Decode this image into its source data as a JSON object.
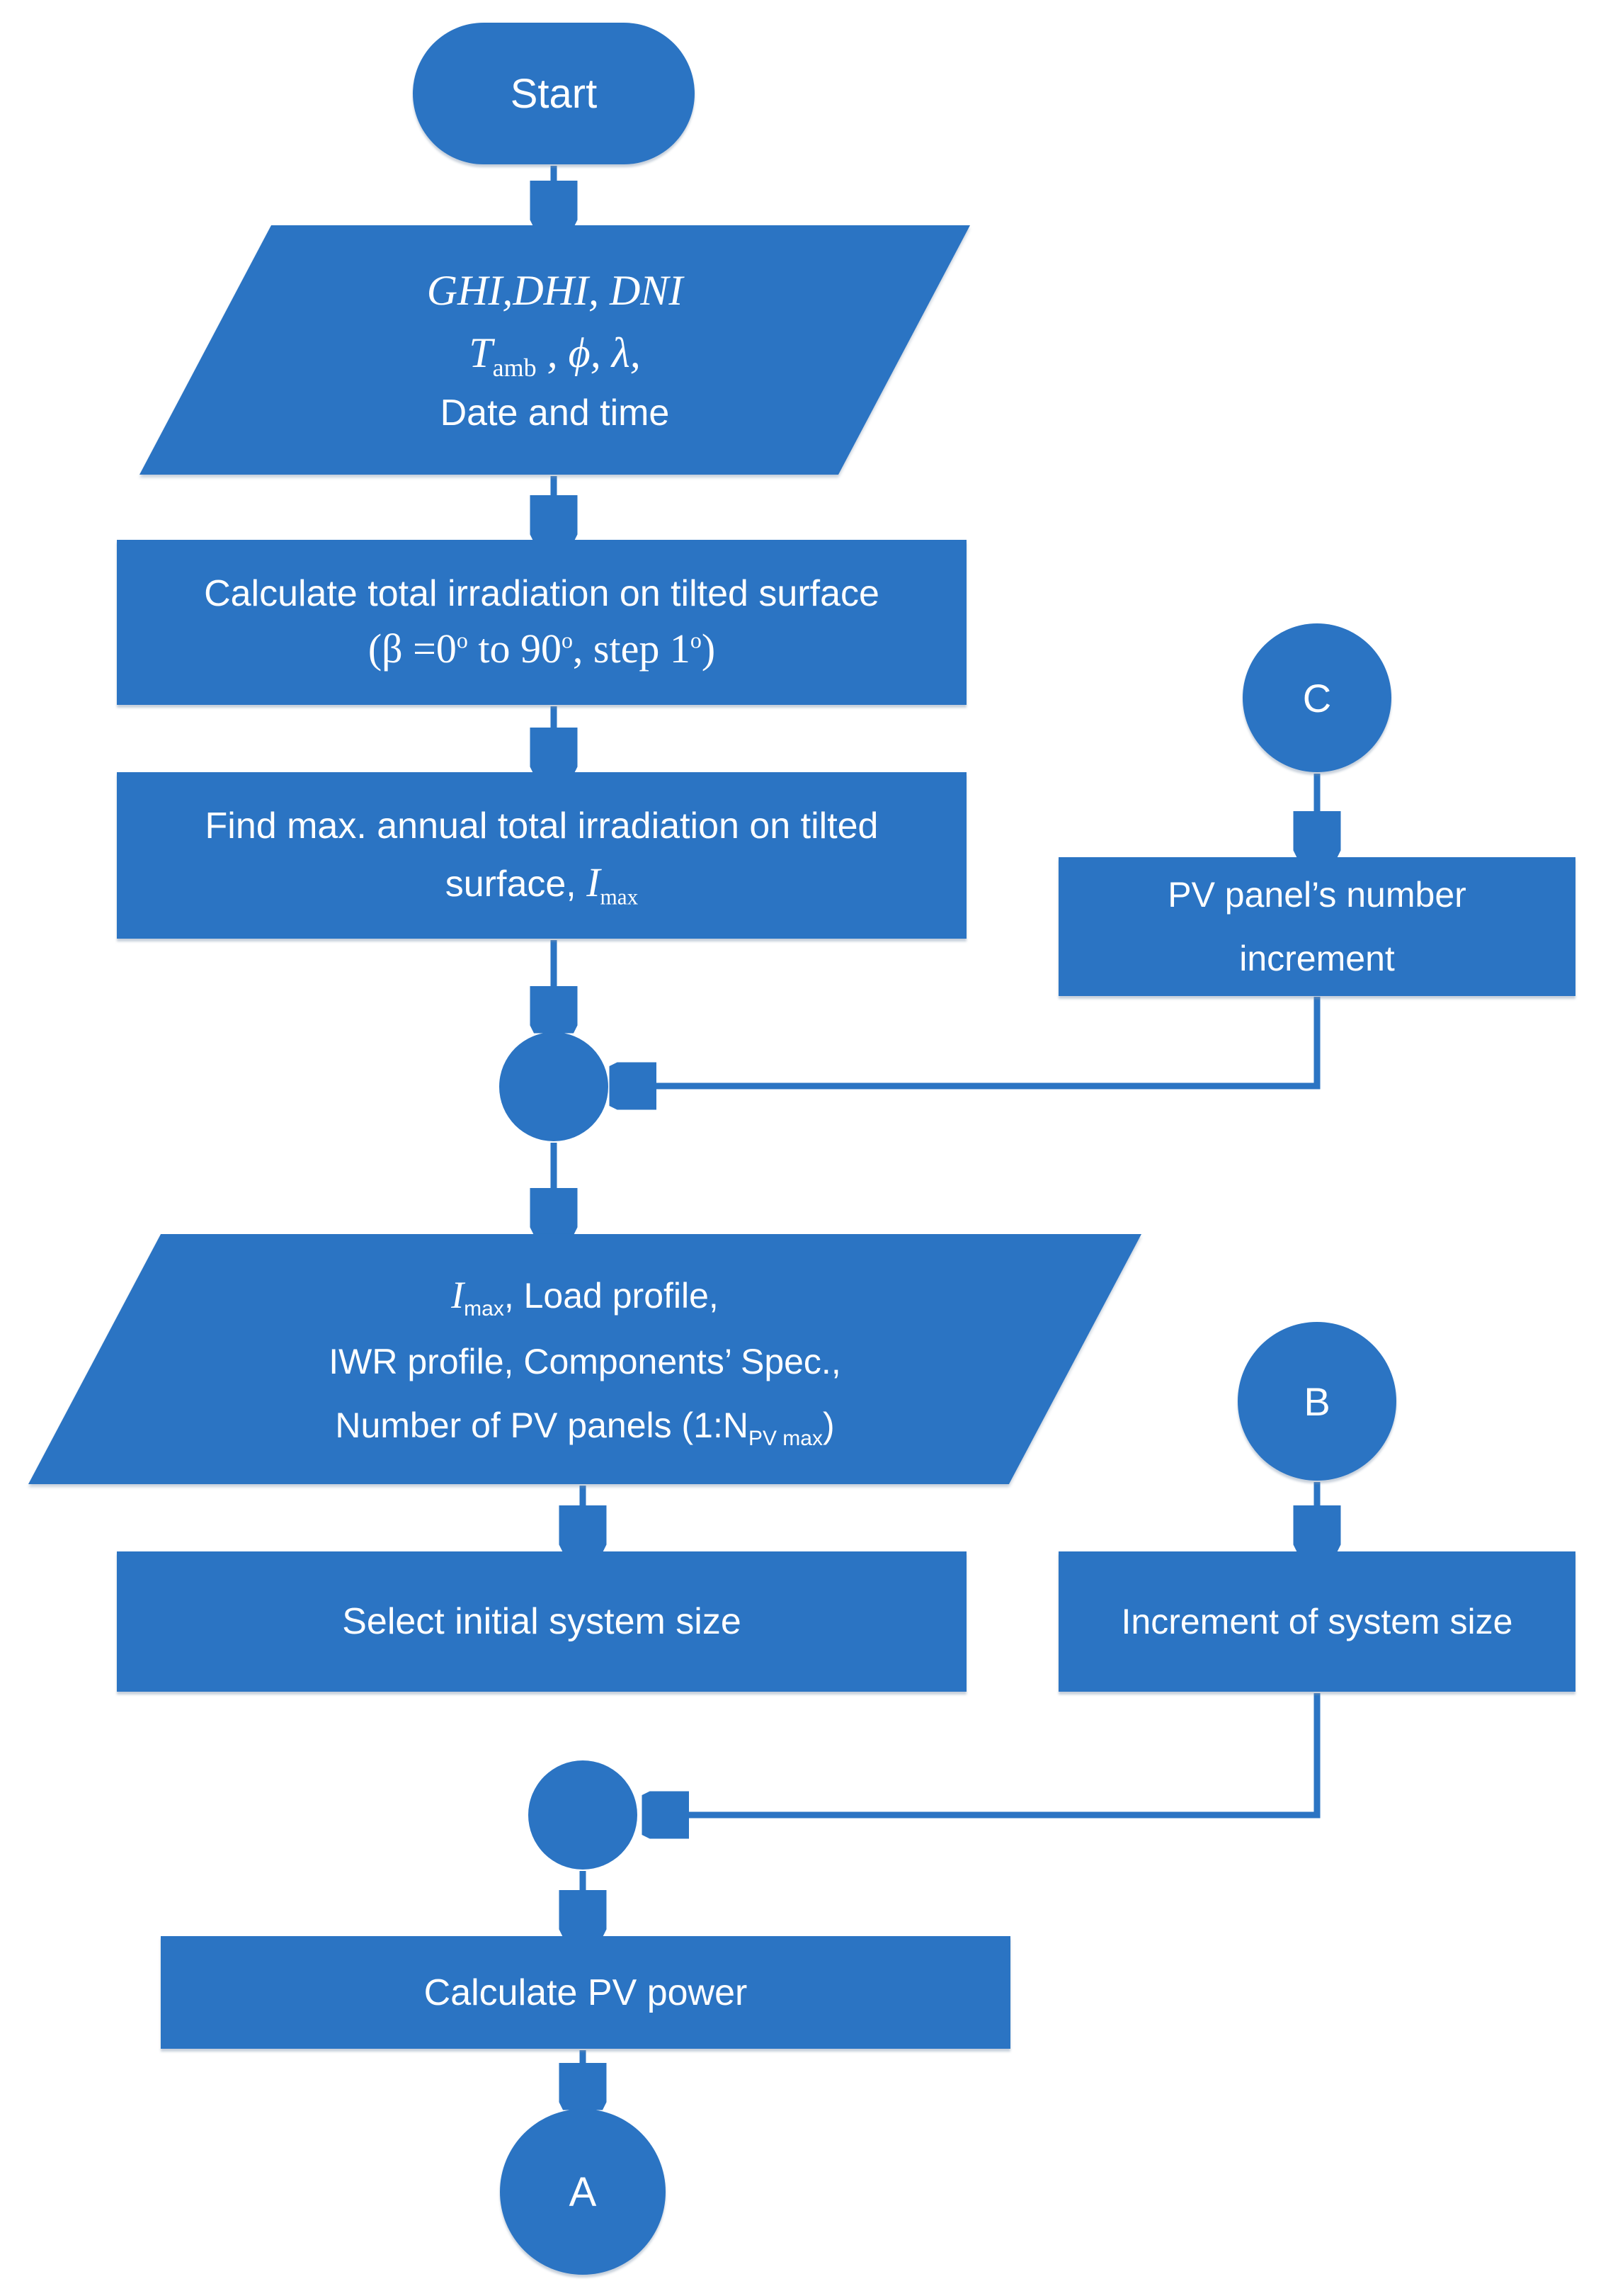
{
  "palette": {
    "shape_blue": "#2B74C3",
    "text_white": "#FFFFFF",
    "background": "#FFFFFF"
  },
  "nodes": {
    "start": {
      "label": "Start"
    },
    "input_weather": {
      "line1": "GHI,DHI, DNI",
      "line2_var": "T",
      "line2_sub": "amb",
      "line2_rest": " , ϕ, λ,",
      "line3": "Date and time"
    },
    "calc_irradiation": {
      "line1": "Calculate total irradiation on tilted surface",
      "line2_a": "(β =0",
      "line2_sup1": "o",
      "line2_b": " to 90",
      "line2_sup2": "o",
      "line2_c": ", step 1",
      "line2_sup3": "o",
      "line2_d": ")"
    },
    "find_max_irradiation": {
      "line1": "Find max. annual total irradiation on tilted",
      "line2_a": "surface, ",
      "line2_var": "I",
      "line2_sub": "max"
    },
    "connector_c": {
      "label": "C"
    },
    "pv_panel_increment": {
      "line1": "PV panel’s number",
      "line2": "increment"
    },
    "input_profiles": {
      "line1_var": "I",
      "line1_sub": "max",
      "line1_rest": ", Load profile,",
      "line2": "IWR profile, Components’ Spec.,",
      "line3_a": "Number of PV panels (1:N",
      "line3_sub": "PV max",
      "line3_b": ")"
    },
    "select_initial_size": {
      "label": "Select initial system size"
    },
    "connector_b": {
      "label": "B"
    },
    "increment_system_size": {
      "label": "Increment of system size"
    },
    "calculate_pv_power": {
      "label": "Calculate PV power"
    },
    "connector_a": {
      "label": "A"
    }
  }
}
